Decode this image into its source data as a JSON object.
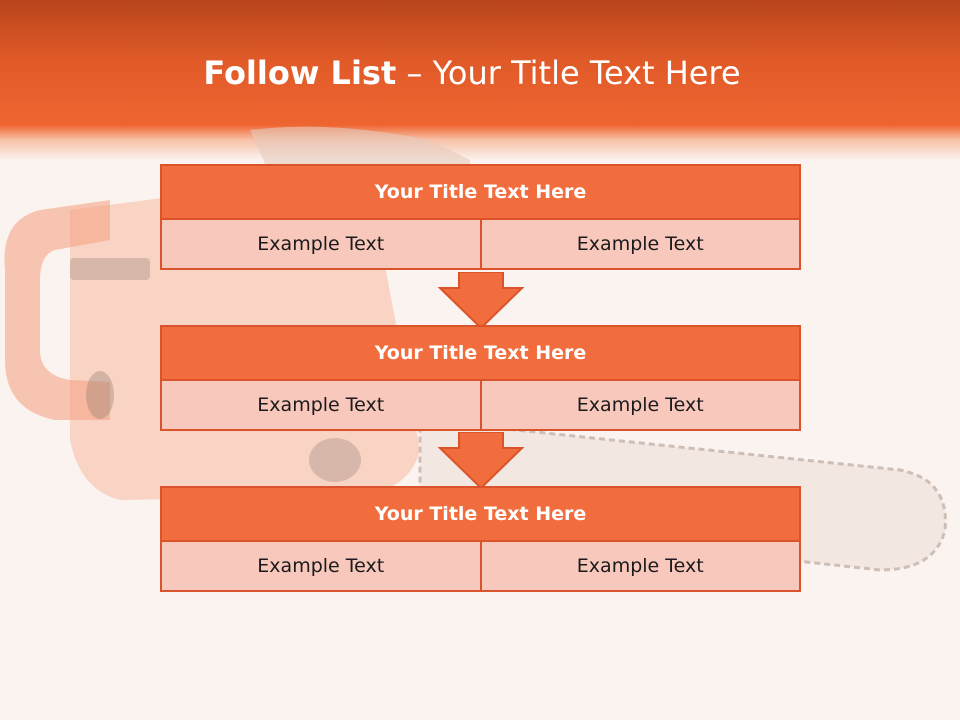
{
  "slide": {
    "title_bold": "Follow List",
    "title_rest": " – Your Title Text Here"
  },
  "blocks": [
    {
      "title": "Your Title Text Here",
      "left": "Example Text",
      "right": "Example Text"
    },
    {
      "title": "Your Title Text Here",
      "left": "Example Text",
      "right": "Example Text"
    },
    {
      "title": "Your Title Text Here",
      "left": "Example Text",
      "right": "Example Text"
    }
  ],
  "colors": {
    "header": "#e05a28",
    "block_title": "#f26d3d",
    "block_cell": "#f9c8bd",
    "border": "#d9542a",
    "arrow": "#f26d3d"
  },
  "background_image": "chainsaw"
}
